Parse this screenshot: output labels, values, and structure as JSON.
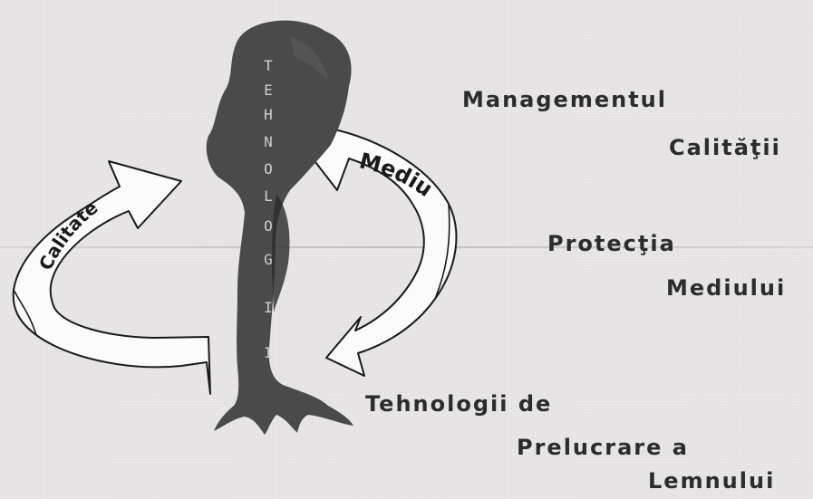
{
  "tree": {
    "trunk_letters": [
      "T",
      "E",
      "H",
      "N",
      "O",
      "L",
      "O",
      "G",
      "I",
      "I"
    ],
    "fill_color": "#4a4a4a",
    "shadow_color": "#2b2b2b"
  },
  "arrows": {
    "left_label": "Calitate",
    "right_label": "Mediu"
  },
  "labels": {
    "management_line1": "Managementul",
    "management_line2": "Calităţii",
    "protection_line1": "Protecţia",
    "protection_line2": "Mediului",
    "technology_line1": "Tehnologii de",
    "technology_line2": "Prelucrare a",
    "technology_line3": "Lemnului"
  }
}
